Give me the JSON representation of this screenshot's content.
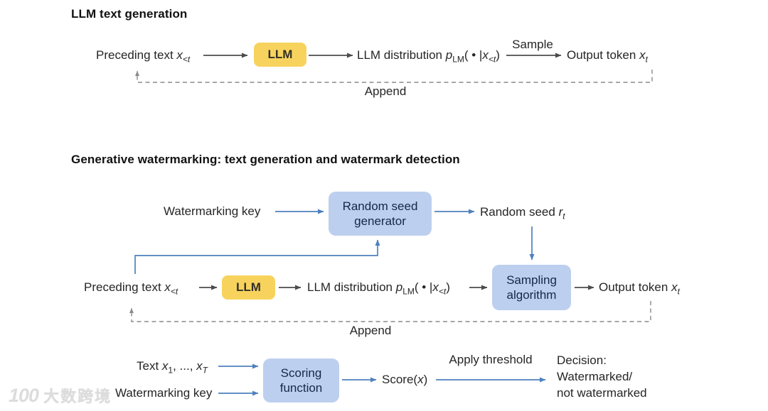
{
  "colors": {
    "yellow_box": "#f7d35e",
    "blue_box": "#bdcfef",
    "blue_arrow": "#4e81bd",
    "gray_arrow": "#4c4c4c",
    "dashed_line": "#8a8a8a",
    "box_text_dark": "#152844",
    "text": "#262626",
    "title": "#111111",
    "watermark": "#d9d9d9"
  },
  "section1": {
    "title": "LLM text generation",
    "preceding_text": [
      {
        "t": "Preceding text "
      },
      {
        "t": "x",
        "i": true
      },
      {
        "t": "<t",
        "i": true,
        "sub": true
      }
    ],
    "llm_box": "LLM",
    "llm_distribution": [
      {
        "t": "LLM distribution "
      },
      {
        "t": "p",
        "i": true
      },
      {
        "t": "LM",
        "sub": true
      },
      {
        "t": "( • |"
      },
      {
        "t": "x",
        "i": true
      },
      {
        "t": "<t",
        "i": true,
        "sub": true
      },
      {
        "t": ")"
      }
    ],
    "sample_label": "Sample",
    "output_token": [
      {
        "t": "Output token "
      },
      {
        "t": "x",
        "i": true
      },
      {
        "t": "t",
        "i": true,
        "sub": true
      }
    ],
    "append_label": "Append"
  },
  "section2": {
    "title": "Generative watermarking: text generation and watermark detection",
    "watermarking_key": "Watermarking key",
    "random_seed_generator": {
      "line1": "Random seed",
      "line2": "generator"
    },
    "random_seed": [
      {
        "t": "Random seed "
      },
      {
        "t": "r",
        "i": true
      },
      {
        "t": "t",
        "i": true,
        "sub": true
      }
    ],
    "preceding_text": [
      {
        "t": "Preceding text "
      },
      {
        "t": "x",
        "i": true
      },
      {
        "t": "<t",
        "i": true,
        "sub": true
      }
    ],
    "llm_box": "LLM",
    "llm_distribution": [
      {
        "t": "LLM distribution "
      },
      {
        "t": "p",
        "i": true
      },
      {
        "t": "LM",
        "sub": true
      },
      {
        "t": "( • |"
      },
      {
        "t": "x",
        "i": true
      },
      {
        "t": "<t",
        "i": true,
        "sub": true
      },
      {
        "t": ")"
      }
    ],
    "sampling_algorithm": {
      "line1": "Sampling",
      "line2": "algorithm"
    },
    "output_token": [
      {
        "t": "Output token "
      },
      {
        "t": "x",
        "i": true
      },
      {
        "t": "t",
        "i": true,
        "sub": true
      }
    ],
    "append_label": "Append",
    "detection": {
      "text_input": [
        {
          "t": "Text "
        },
        {
          "t": "x",
          "i": true
        },
        {
          "t": "1",
          "sub": true
        },
        {
          "t": ", ..., "
        },
        {
          "t": "x",
          "i": true
        },
        {
          "t": "T",
          "i": true,
          "sub": true
        }
      ],
      "watermarking_key": "Watermarking key",
      "scoring_function": {
        "line1": "Scoring",
        "line2": "function"
      },
      "score": [
        {
          "t": "Score("
        },
        {
          "t": "x",
          "i": true
        },
        {
          "t": ")"
        }
      ],
      "apply_threshold_label": "Apply threshold",
      "decision": {
        "line1": "Decision:",
        "line2": "Watermarked/",
        "line3": "not watermarked"
      }
    }
  },
  "watermark_overlay": {
    "icon_text": "100",
    "brand_text": "大数跨境"
  }
}
